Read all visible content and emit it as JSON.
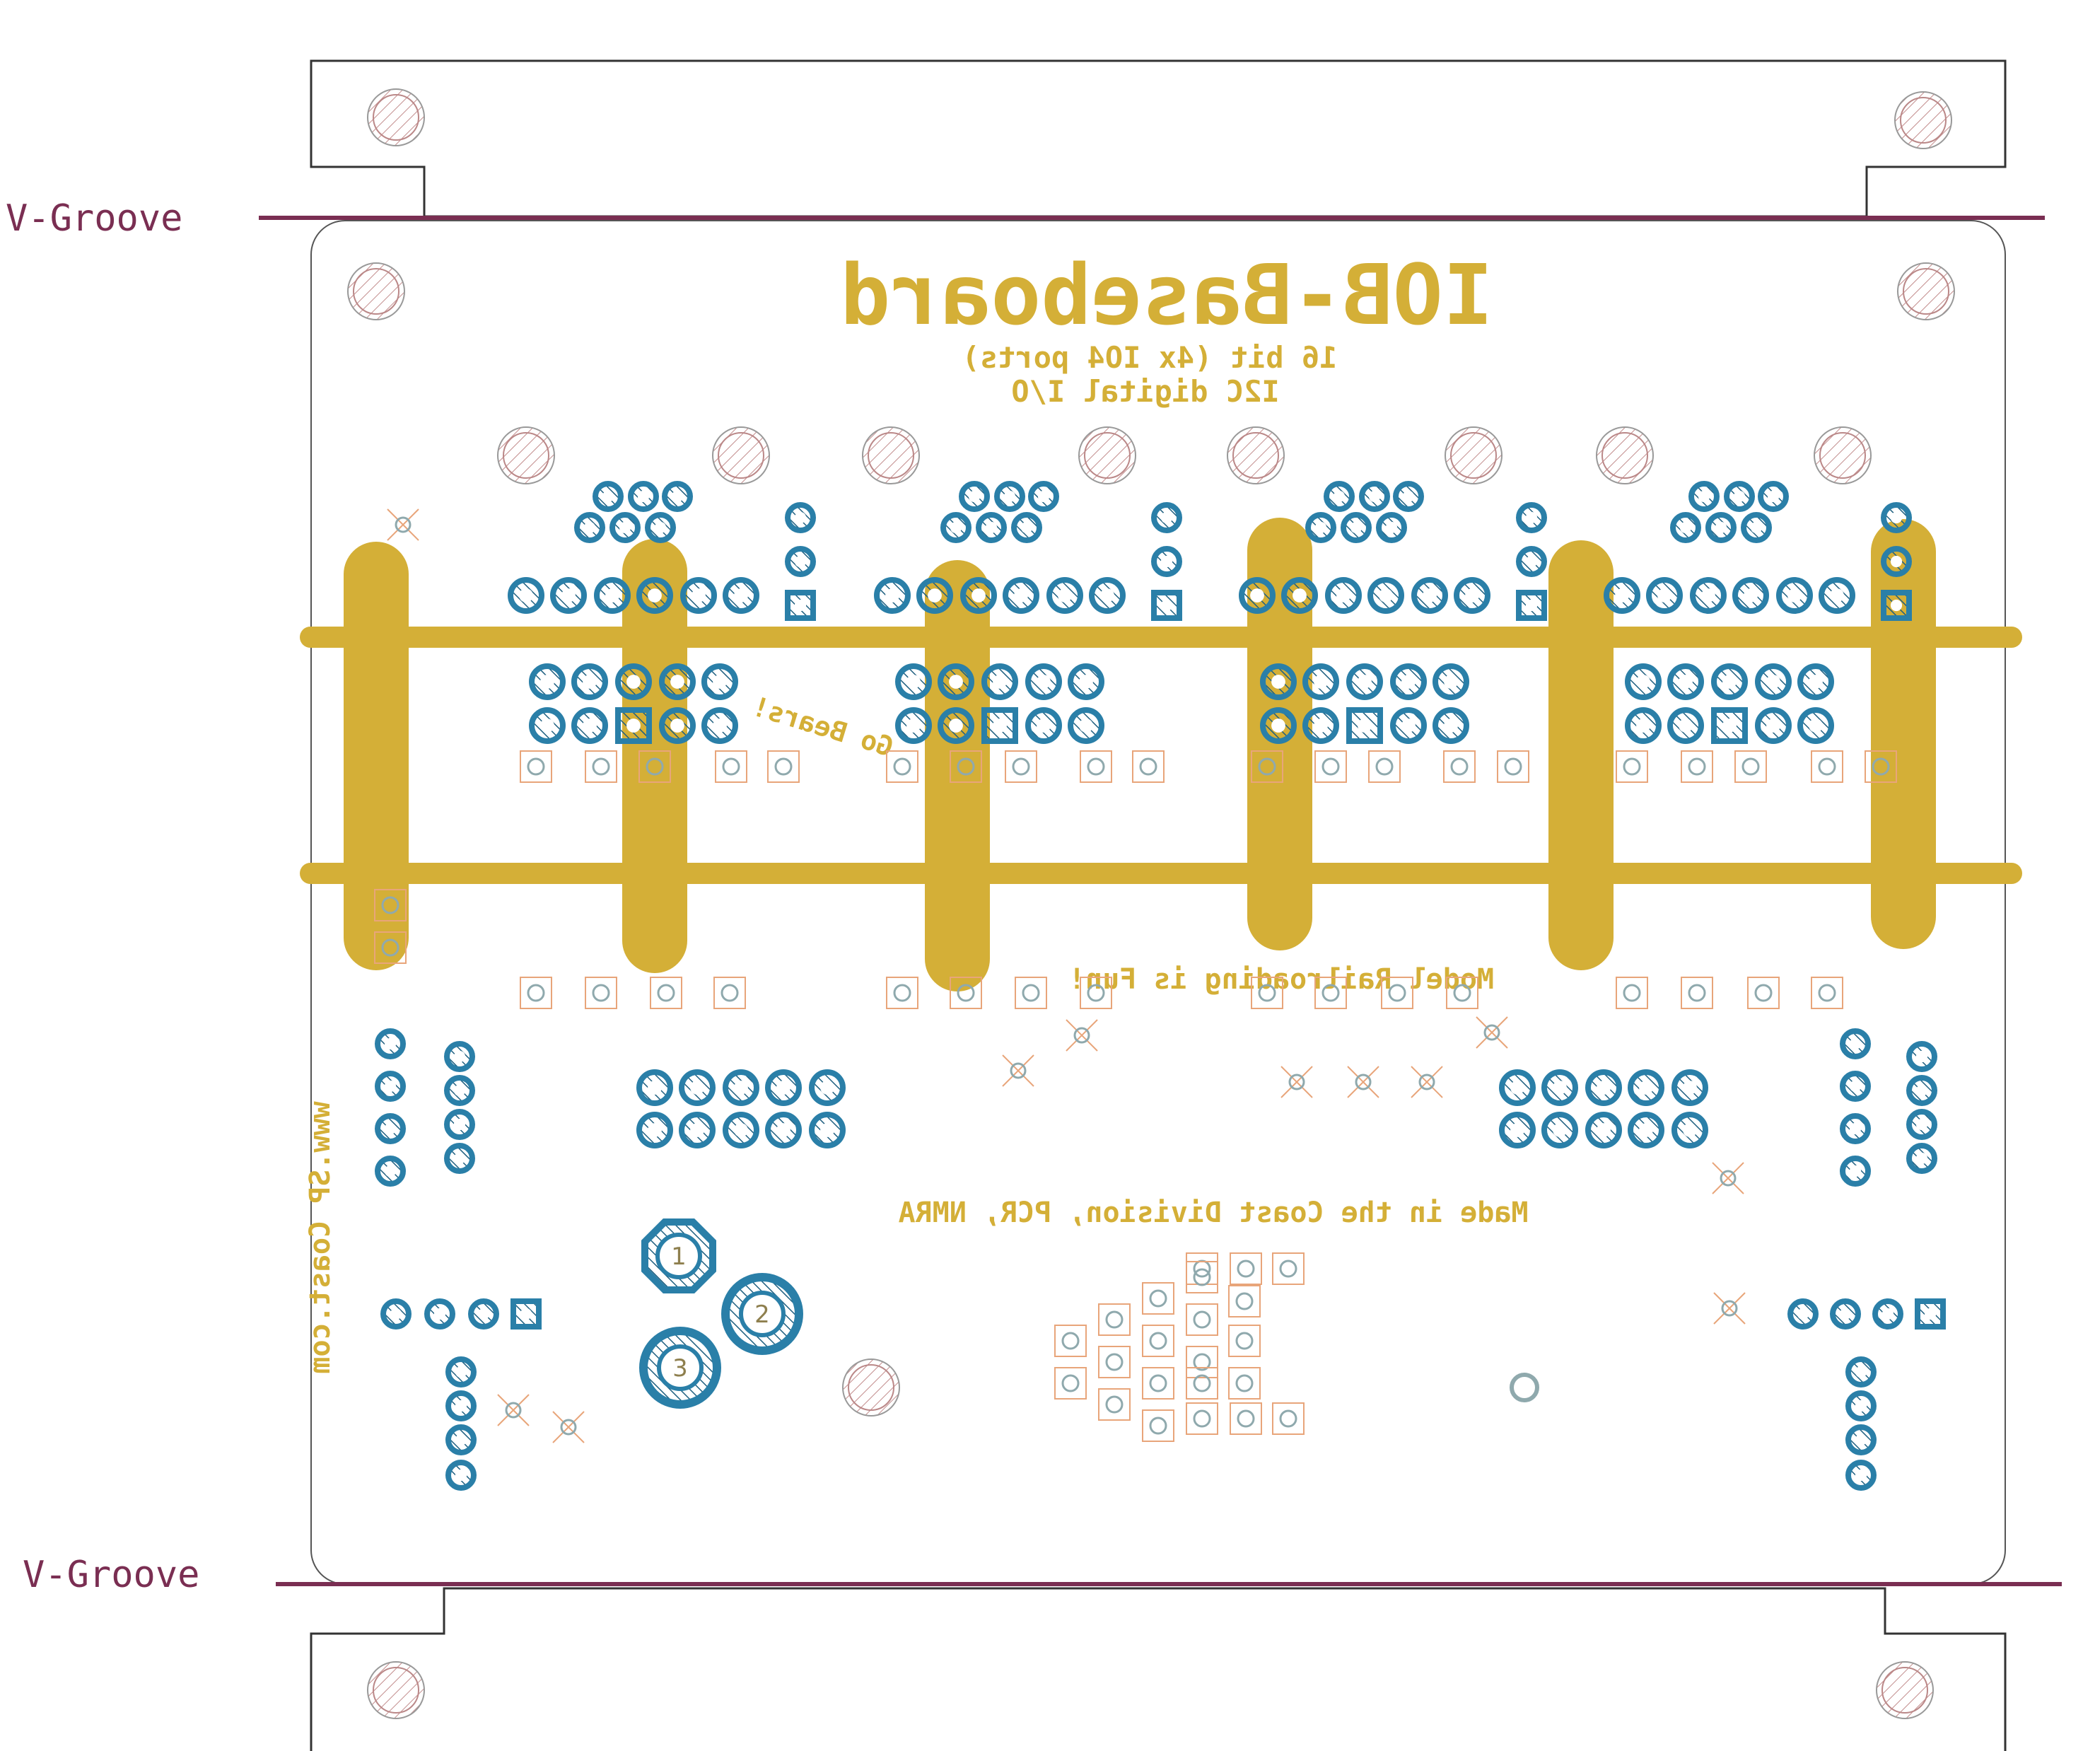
{
  "title": "IOB-Baseboard",
  "subtitle_line1": "16 bit (4x IO4 ports)",
  "subtitle_line2": "I2C digital I/O",
  "slogan1": "Go Bears!",
  "slogan2": "Model Railroading is Fun!",
  "credit": "Made in the Coast Division, PCR, NMRA",
  "website": "www.SP Coast.com",
  "vgroove_top": "V-Groove",
  "vgroove_bottom": "V-Groove",
  "power_pads": [
    "1",
    "2",
    "3"
  ],
  "colors": {
    "silkscreen": "#D4AF37",
    "copper_pad": "#2A7FA8",
    "vgroove": "#7A2E52",
    "outline": "#333333",
    "smd_pad": "#E8A57A"
  }
}
